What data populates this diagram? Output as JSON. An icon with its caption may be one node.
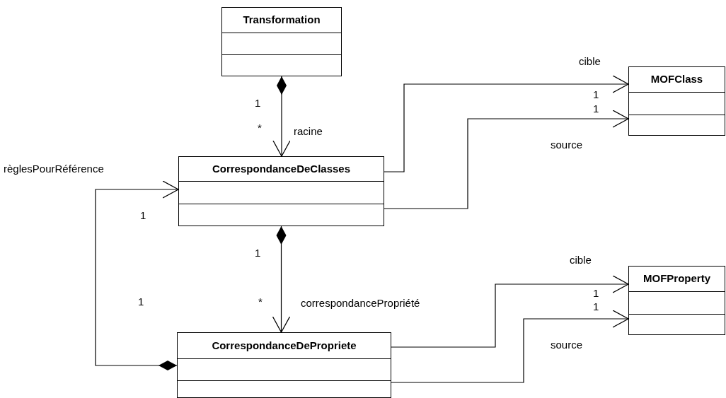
{
  "diagram": {
    "nodes": [
      {
        "text": [
          "Transformation"
        ]
      },
      {
        "text": [
          "CorrespondanceDeClasses"
        ]
      },
      {
        "text": [
          "MOFClass"
        ]
      },
      {
        "text": [
          "CorrespondanceDePropriete"
        ]
      },
      {
        "text": [
          "MOFProperty"
        ]
      }
    ],
    "edges": [
      {
        "from": 0,
        "to": 1,
        "arrow": "to",
        "label": "racine"
      },
      {
        "from": 1,
        "to": 2,
        "arrow": "to",
        "label": "cible"
      },
      {
        "from": 1,
        "to": 2,
        "arrow": "to",
        "label": "source"
      },
      {
        "from": 1,
        "to": 3,
        "arrow": "to",
        "label": "correspondancePropriété"
      },
      {
        "from": 3,
        "to": 1,
        "arrow": "to",
        "label": "règlesPourRéférence"
      },
      {
        "from": 3,
        "to": 4,
        "arrow": "to",
        "label": "cible"
      },
      {
        "from": 3,
        "to": 4,
        "arrow": "to",
        "label": "source"
      }
    ],
    "labels": [
      "1",
      "*",
      "1",
      "1",
      "1",
      "1",
      "*",
      "1",
      "1",
      "1"
    ]
  }
}
